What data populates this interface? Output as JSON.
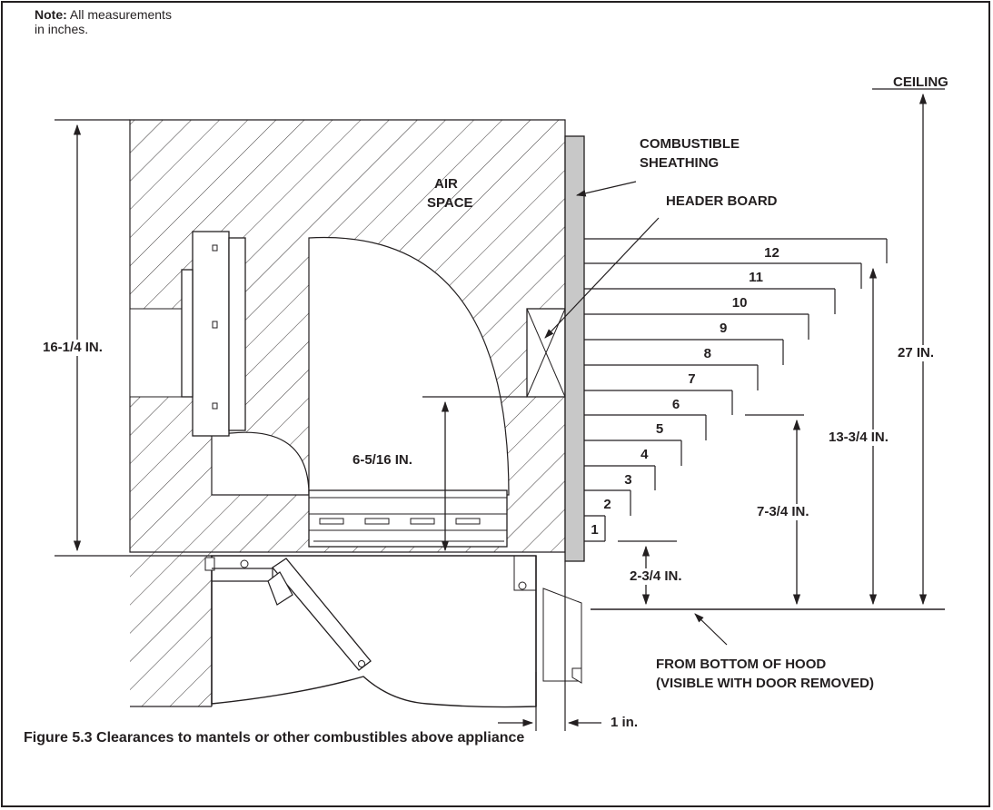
{
  "note": {
    "prefix": "Note:",
    "text": "All measurements in inches."
  },
  "labels": {
    "ceiling": "CEILING",
    "sheathing_line1": "COMBUSTIBLE",
    "sheathing_line2": "SHEATHING",
    "air_line1": "AIR",
    "air_line2": "SPACE",
    "header_board": "HEADER BOARD",
    "bottom_line1": "FROM BOTTOM OF HOOD",
    "bottom_line2": "(VISIBLE WITH DOOR REMOVED)"
  },
  "dimensions": {
    "d16_25": "16-1/4 IN.",
    "d6_5_16": "6-5/16 IN.",
    "d27": "27 IN.",
    "d13_75": "13-3/4 IN.",
    "d7_75": "7-3/4 IN.",
    "d2_75": "2-3/4 IN.",
    "d1": "1 in."
  },
  "shelves": [
    "1",
    "2",
    "3",
    "4",
    "5",
    "6",
    "7",
    "8",
    "9",
    "10",
    "11",
    "12"
  ],
  "caption": "Figure 5.3  Clearances to mantels or other combustibles above appliance",
  "colors": {
    "line": "#231f20",
    "sheathing": "#c8c8c8",
    "background": "#ffffff"
  }
}
